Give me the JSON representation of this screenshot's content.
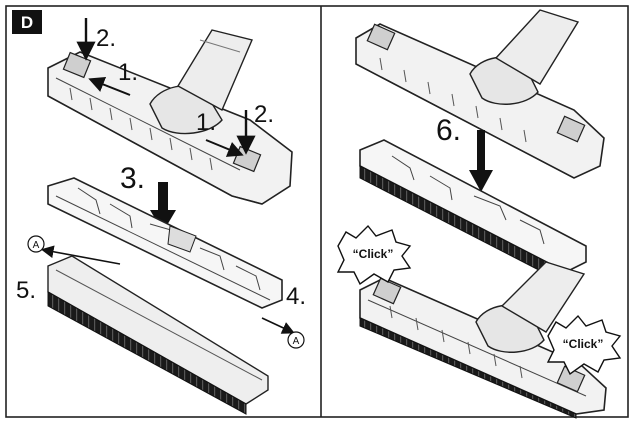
{
  "figure": {
    "section_label": "D",
    "left_panel": {
      "steps": {
        "step_1a": "1.",
        "step_1b": "1.",
        "step_2a": "2.",
        "step_2b": "2.",
        "step_3": "3.",
        "step_4": "4.",
        "step_5": "5."
      },
      "markers": {
        "marker_a_left": "A",
        "marker_a_right": "A"
      }
    },
    "right_panel": {
      "steps": {
        "step_6": "6."
      },
      "callouts": {
        "click_left": "“Click”",
        "click_right": "“Click”"
      }
    }
  }
}
